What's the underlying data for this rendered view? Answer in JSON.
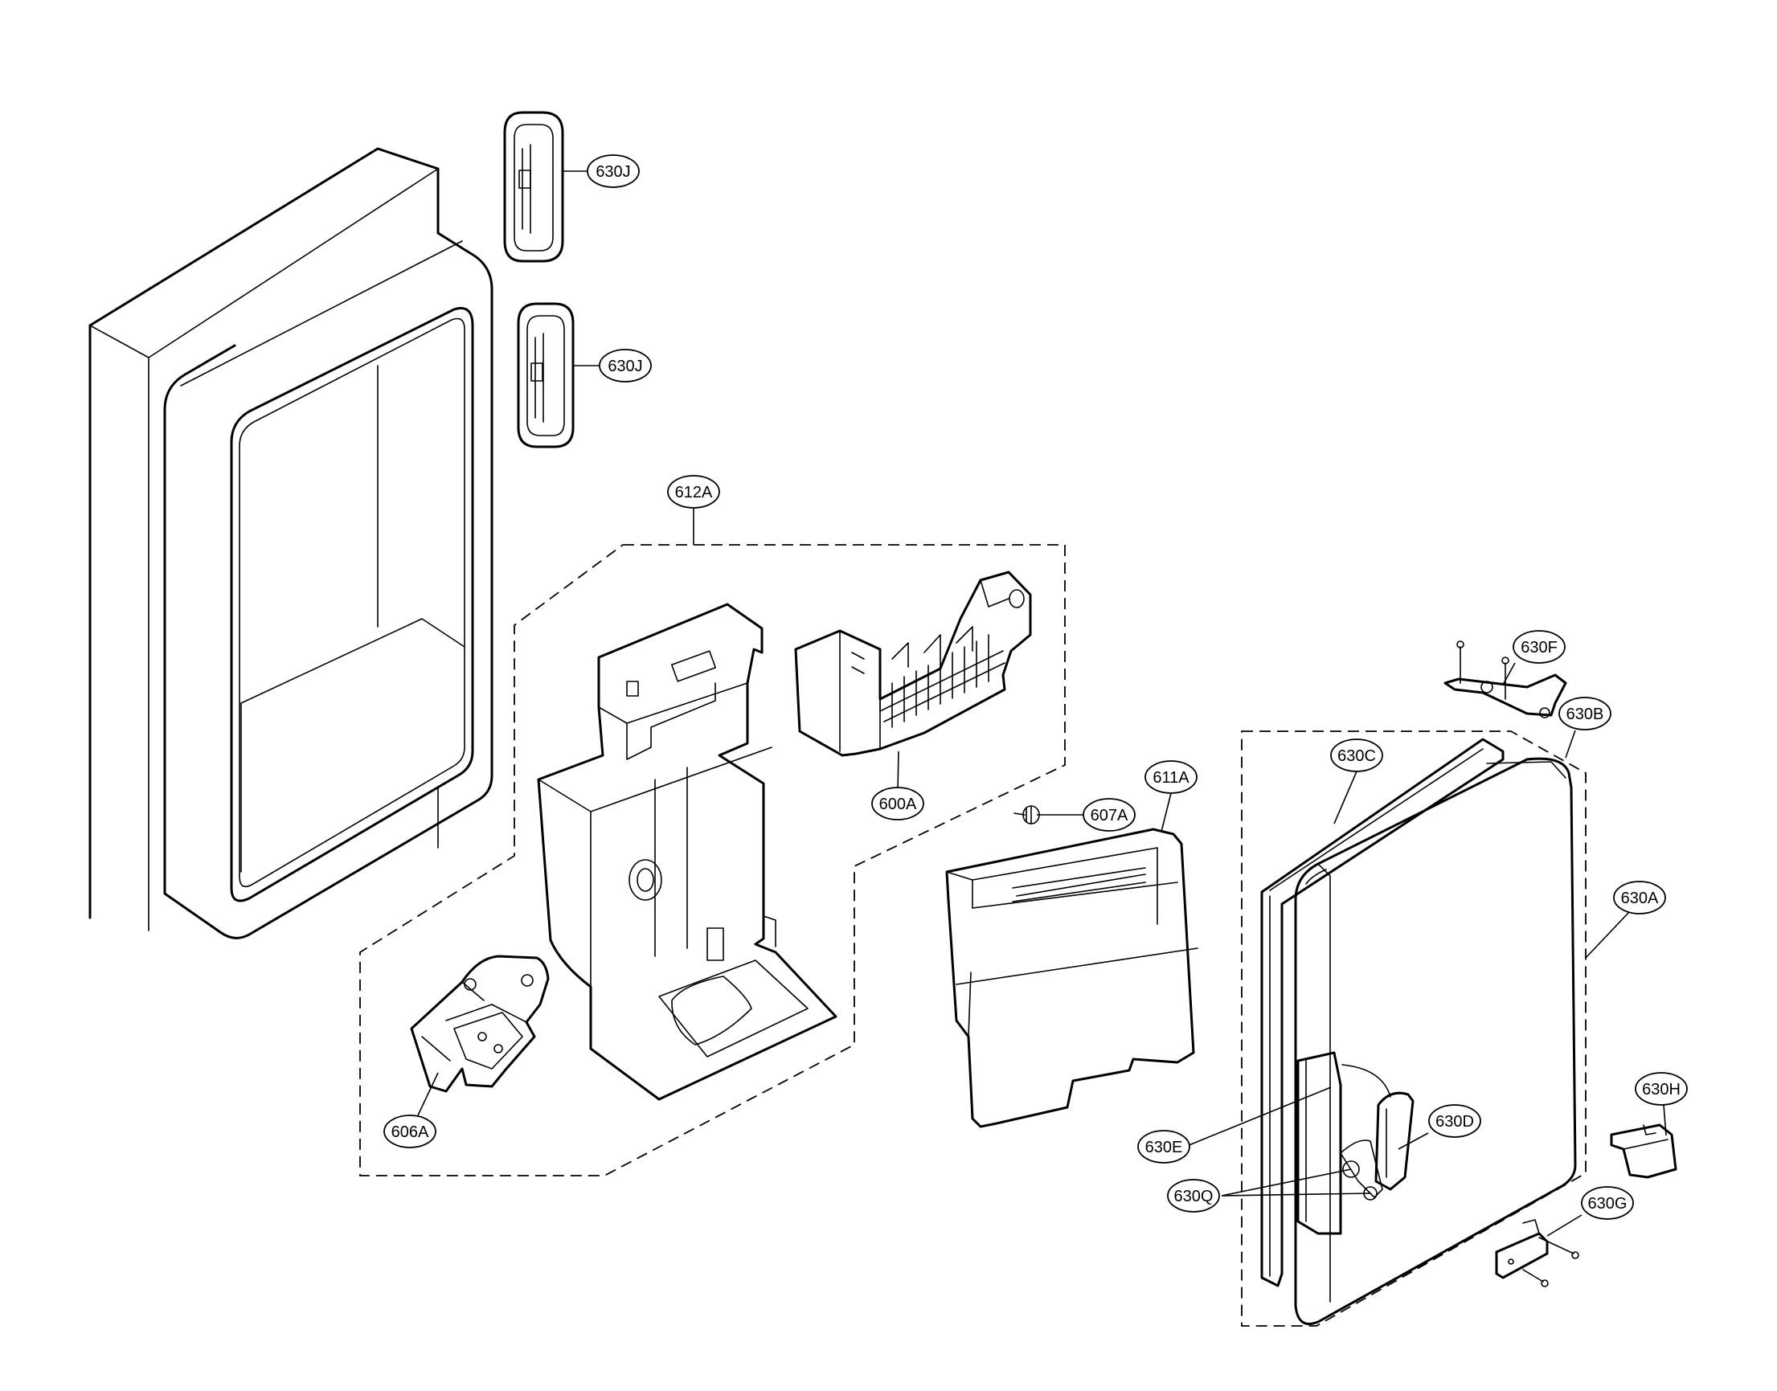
{
  "callouts": {
    "c630J_top": "630J",
    "c630J_bottom": "630J",
    "c612A": "612A",
    "c600A": "600A",
    "c611A": "611A",
    "c607A": "607A",
    "c606A": "606A",
    "c630F": "630F",
    "c630B": "630B",
    "c630C": "630C",
    "c630A": "630A",
    "c630H": "630H",
    "c630D": "630D",
    "c630E": "630E",
    "c630Q": "630Q",
    "c630G": "630G"
  }
}
